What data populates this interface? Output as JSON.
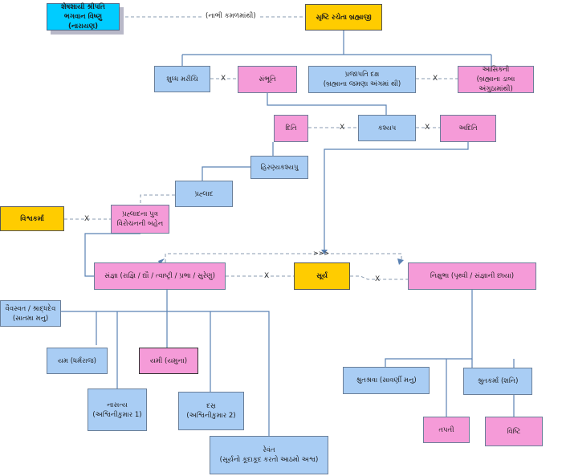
{
  "nodes": {
    "vishnu": {
      "line1": "શેષશાયી શ્રીપતિ ભગવાન વિષ્ણુ",
      "line2": "(નારાયણ)"
    },
    "brahma": {
      "line1": "સૃષ્ટિ રચેતા બ્રહ્માજી"
    },
    "shuddh": {
      "line1": "શુધ્ધ મરીચિ"
    },
    "sambhuti": {
      "line1": "સંભૂતિ"
    },
    "daksha": {
      "line1": "પ્રજાપતિ દક્ષ",
      "line2": "(બ્રહ્માના જમણા અંગમાં થી)"
    },
    "asikni": {
      "line1": "આસિક્ની",
      "line2": "(બ્રહ્માના ડાબા અંગુઠામાંથી)"
    },
    "diti": {
      "line1": "દિતિ"
    },
    "kashyap": {
      "line1": "કશ્યપ"
    },
    "aditi": {
      "line1": "અદિતિ"
    },
    "hiranyakashyap": {
      "line1": "હિરણ્યકશ્યપુ"
    },
    "prahlad": {
      "line1": "પ્રહ્લાદ"
    },
    "vishwakarma": {
      "line1": "વિશ્વકર્મા"
    },
    "virochan": {
      "line1": "પ્રહ્લાદના પુત્ર",
      "line2": "વિરોચનની બહેન"
    },
    "sangna": {
      "line1": "સંજ્ઞા (રાજ્ઞિ / દ્યૌ / ત્વાષ્ટ્રી / પ્રભા / સુરેણુ)"
    },
    "surya": {
      "line1": "સૂર્ય"
    },
    "nikshubha": {
      "line1": "નિક્ષુભા (પૃથ્વી / સંજ્ઞાની છાયા)"
    },
    "vaivasvat": {
      "line1": "વૈવસ્વત / શ્રાદ્ધદેવ",
      "line2": "(સાતમા મનુ)"
    },
    "yam": {
      "line1": "યમ (ધર્મરાજ)"
    },
    "yami": {
      "line1": "યમી (યમુના)"
    },
    "nasatya": {
      "line1": "નાસત્ય",
      "line2": "(અશ્વિનીકુમાર 1)"
    },
    "dasra": {
      "line1": "દસ્ર",
      "line2": "(અશ્વિનીકુમાર 2)"
    },
    "revant": {
      "line1": "રેવંત",
      "line2": "(સૂર્યનો કૂદાકૂદ કરતો આઠમો અશ્વ)"
    },
    "shrutashrava": {
      "line1": "શ્રુતશ્રવા (સાવર્ણી મનુ)"
    },
    "shrutakarma": {
      "line1": "શ્રુતકર્મા (શનિ)"
    },
    "tapati": {
      "line1": "તપતી"
    },
    "vishti": {
      "line1": "વિષ્ટિ"
    }
  },
  "edge_labels": {
    "navel": "(નાભી કમળમાંથી)",
    "marriage": "X",
    "arrows": ">>>"
  },
  "colors": {
    "blue": "#a9cdf4",
    "pink": "#f59bd8",
    "gold": "#ffcc00",
    "cyan": "#00ccff",
    "line": "#5b82b3",
    "dashed": "#8a9bb0"
  }
}
